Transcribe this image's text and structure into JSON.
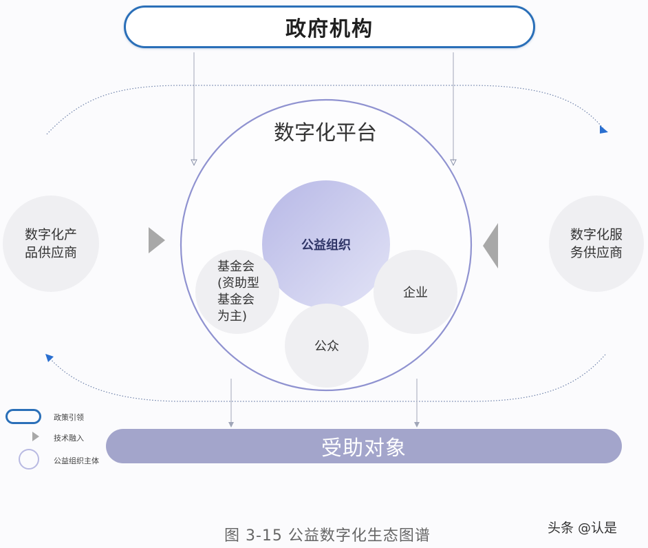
{
  "government": {
    "label": "政府机构"
  },
  "platform": {
    "title": "数字化平台"
  },
  "suppliers": {
    "left": {
      "line1": "数字化产",
      "line2": "品供应商"
    },
    "right": {
      "line1": "数字化服",
      "line2": "务供应商"
    }
  },
  "core": {
    "org": "公益组织",
    "foundation": {
      "line1": "基金会",
      "line2": "(资助型",
      "line3": "基金会",
      "line4": "为主)"
    },
    "public": "公众",
    "enterprise": "企业"
  },
  "beneficiary": {
    "label": "受助对象"
  },
  "legend": {
    "items": [
      {
        "shape": "rounded-rect-outline",
        "label": "政策引领"
      },
      {
        "shape": "triangle",
        "label": "技术融入"
      },
      {
        "shape": "circle-outline",
        "label": "公益组织主体"
      }
    ]
  },
  "caption": "图 3-15 公益数字化生态图谱",
  "watermark": "头条 @认是",
  "colors": {
    "gov_border": "#2a6fb8",
    "platform_ring": "#8f92d0",
    "org_fill": "#c3c4ec",
    "grey_circle": "#efeff2",
    "beneficiary_fill": "#a3a5cb",
    "arrow_head": "#2a6fd0",
    "triangle": "#a8a8a8"
  }
}
